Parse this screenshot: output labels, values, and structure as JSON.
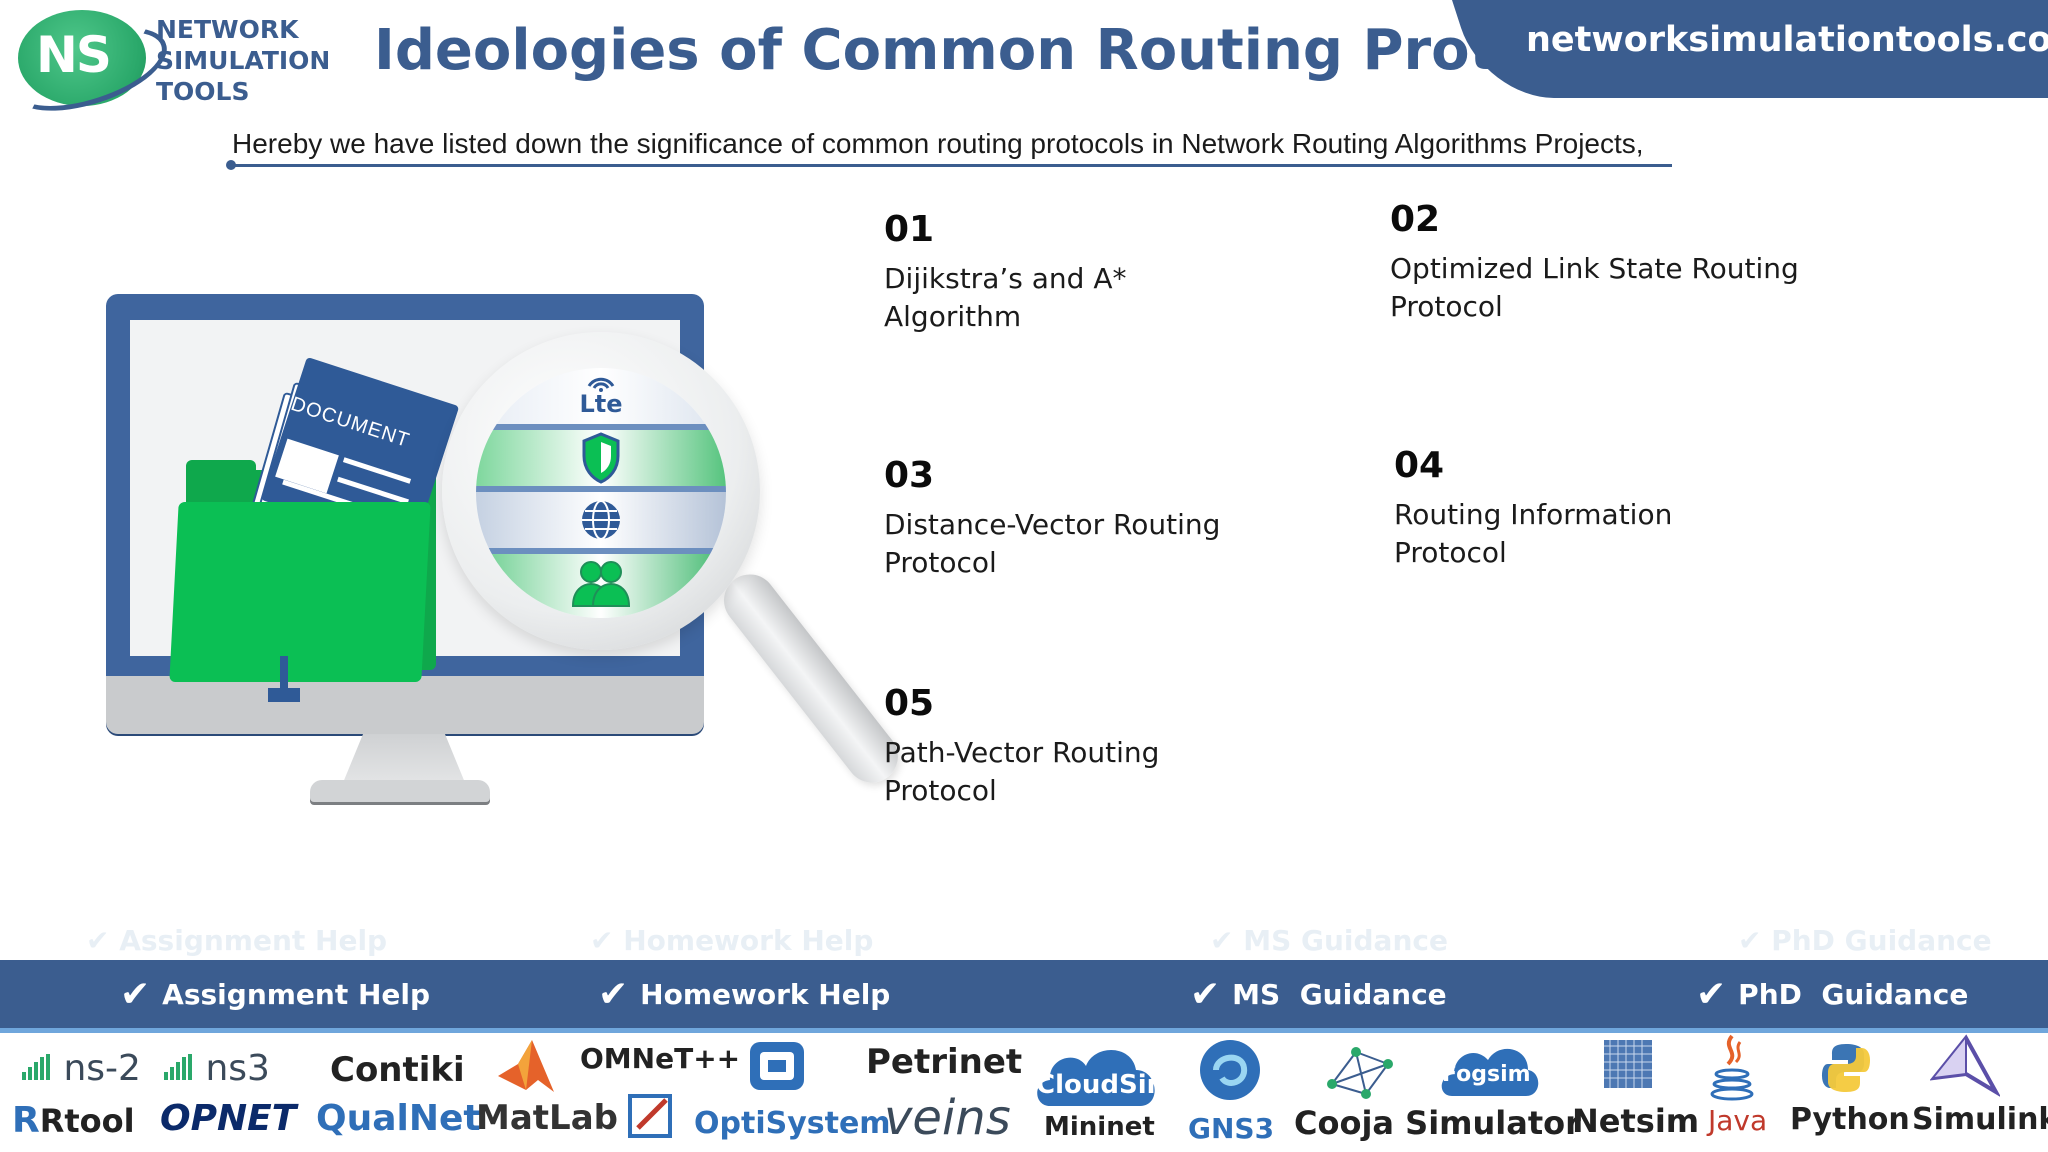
{
  "header": {
    "logo_initials": "NS",
    "logo_lines": [
      "NETWORK",
      "SIMULATION",
      "TOOLS"
    ],
    "title": "Ideologies of Common Routing Protocols",
    "site": "networksimulationtools.com",
    "subtitle": "Hereby we have listed down the significance of common routing protocols in Network Routing Algorithms Projects,"
  },
  "illustration": {
    "document_label": "DOCUMENT",
    "lens_icons": [
      "lte-icon",
      "shield-icon",
      "globe-icon",
      "users-icon"
    ],
    "lens_lte_text": "Lte"
  },
  "protocols": [
    {
      "num": "01",
      "name": "Dijikstra’s and A* Algorithm"
    },
    {
      "num": "02",
      "name": "Optimized Link State Routing Protocol"
    },
    {
      "num": "03",
      "name": "Distance-Vector Routing Protocol"
    },
    {
      "num": "04",
      "name": "Routing Information Protocol"
    },
    {
      "num": "05",
      "name": "Path-Vector Routing Protocol"
    }
  ],
  "services": [
    "Assignment Help",
    "Homework Help",
    "MS  Guidance",
    "PhD  Guidance"
  ],
  "tools": {
    "ns2": "ns-2",
    "ns3": "ns3",
    "contiki": "Contiki",
    "omnet": "OMNeT++",
    "petrinet": "Petrinet",
    "rtool": "Rtool",
    "opnet": "OPNET",
    "qualnet": "QualNet",
    "matlab": "MatLab",
    "optisystem": "OptiSystem",
    "veins": "veins",
    "cloudsim": "CloudSim",
    "mininet": "Mininet",
    "gns3": "GNS3",
    "cooja": "Cooja Simulator",
    "fogsim": "Fogsim",
    "netsim": "Netsim",
    "java": "Java",
    "python": "Python",
    "simulink": "Simulink"
  },
  "colors": {
    "brand_blue": "#3b5d8f",
    "brand_green": "#0bbf54",
    "accent_light": "#6fa6dc"
  }
}
